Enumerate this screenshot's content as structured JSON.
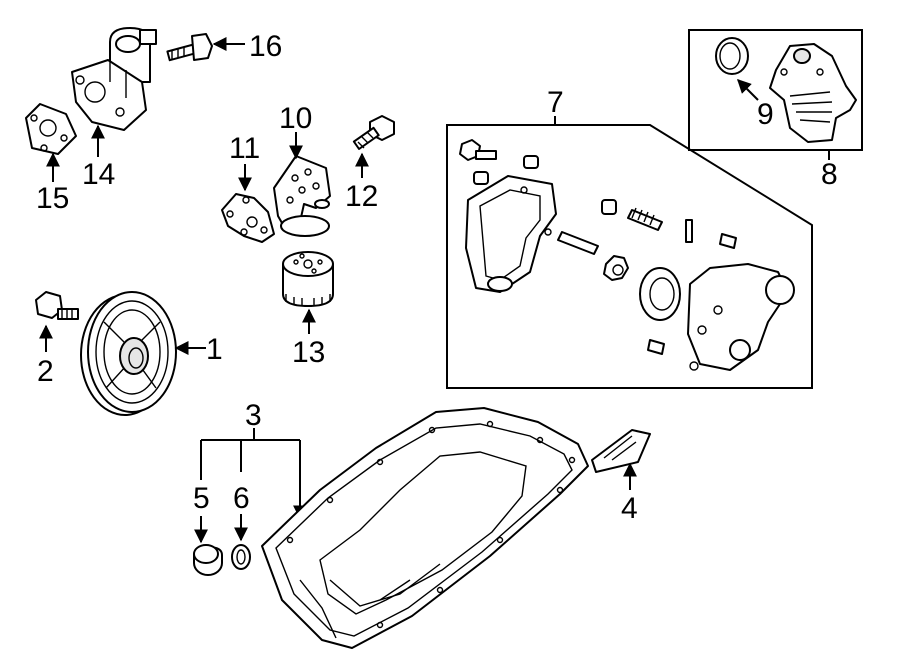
{
  "callouts": [
    {
      "id": "c1",
      "text": "1"
    },
    {
      "id": "c2",
      "text": "2"
    },
    {
      "id": "c3",
      "text": "3"
    },
    {
      "id": "c4",
      "text": "4"
    },
    {
      "id": "c5",
      "text": "5"
    },
    {
      "id": "c6",
      "text": "6"
    },
    {
      "id": "c7",
      "text": "7"
    },
    {
      "id": "c8",
      "text": "8"
    },
    {
      "id": "c9",
      "text": "9"
    },
    {
      "id": "c10",
      "text": "10"
    },
    {
      "id": "c11",
      "text": "11"
    },
    {
      "id": "c12",
      "text": "12"
    },
    {
      "id": "c13",
      "text": "13"
    },
    {
      "id": "c14",
      "text": "14"
    },
    {
      "id": "c15",
      "text": "15"
    },
    {
      "id": "c16",
      "text": "16"
    }
  ]
}
